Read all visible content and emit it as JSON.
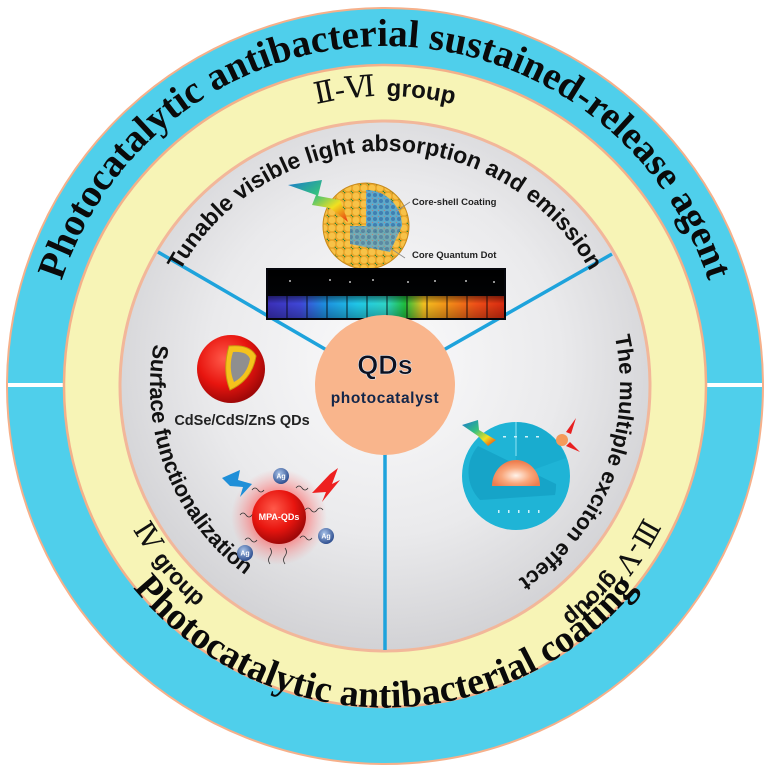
{
  "diagram": {
    "outer_ring": {
      "top_label": "Photocatalytic antibacterial sustained-release agent",
      "bottom_label": "Photocatalytic antibacterial coating",
      "color": "#4fcfeb"
    },
    "middle_ring": {
      "color": "#f7f4b6",
      "labels": {
        "top": {
          "roman": "Ⅱ-Ⅵ",
          "word": "group"
        },
        "left": {
          "roman": "Ⅳ",
          "word": "group"
        },
        "right": {
          "roman": "Ⅲ-Ⅴ",
          "word": "group"
        }
      }
    },
    "inner_disc": {
      "color": "#e2e2e4",
      "sections": [
        {
          "title": "Tunable visible light absorption and emission",
          "annotations": [
            "Core-shell Coating",
            "Core Quantum Dot"
          ],
          "photo": "quantum-dot-vials-spectrum"
        },
        {
          "title": "Surface functionalization",
          "annotations": [
            "CdSe/CdS/ZnS QDs",
            "MPA-QDs",
            "Ag",
            "Ag",
            "Ag"
          ]
        },
        {
          "title": "The multiple exciton effect"
        }
      ],
      "divider_color": "#1ea3dc"
    },
    "center": {
      "title": "QDs",
      "subtitle": "photocatalyst",
      "color": "#f9b58c"
    }
  }
}
